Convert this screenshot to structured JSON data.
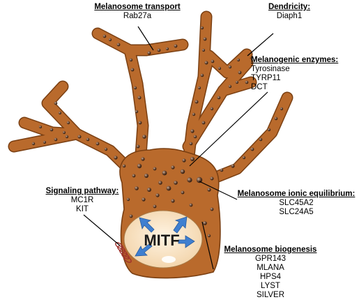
{
  "labels": {
    "transport": {
      "title": "Melanosome transport",
      "items": [
        "Rab27a"
      ]
    },
    "dendricity": {
      "title": "Dendricity:",
      "items": [
        "Diaph1"
      ]
    },
    "enzymes": {
      "title": "Melanogenic enzymes:",
      "items": [
        "Tyrosinase",
        "TYRP11",
        "DCT"
      ]
    },
    "signaling": {
      "title": "Signaling pathway:",
      "items": [
        "MC1R",
        "KIT"
      ]
    },
    "ionic": {
      "title": "Melanosome ionic equilibrium:",
      "items": [
        "SLC45A2",
        "SLC24A5"
      ]
    },
    "biogenesis": {
      "title": "Melanosome biogenesis",
      "items": [
        "GPR143",
        "MLANA",
        "HPS4",
        "LYST",
        "SILVER"
      ]
    }
  },
  "nucleus": {
    "label": "MITF"
  },
  "colors": {
    "cell": "#b96a2c",
    "cell_outline": "#7a3f12",
    "nucleus": "#f6e1c2",
    "arrows": "#3f7fd0",
    "melanosome": "#5b3a22",
    "receptor": "#a0322d"
  }
}
